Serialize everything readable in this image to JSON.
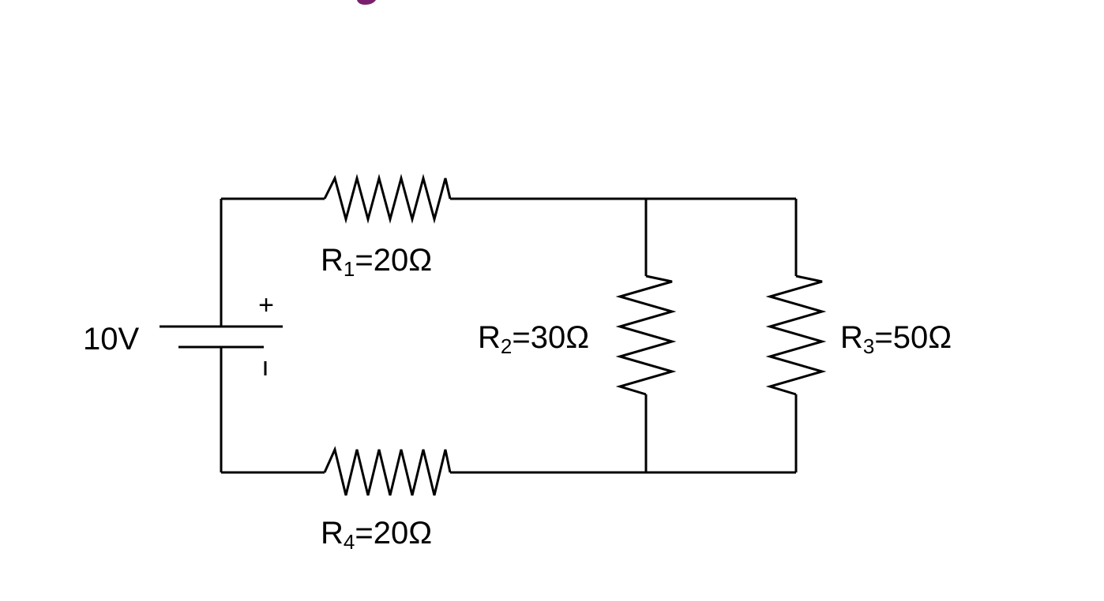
{
  "battery": {
    "voltage": "10V",
    "positive_sign": "+",
    "negative_sign": "-"
  },
  "resistors": {
    "r1": {
      "name": "R",
      "index": "1",
      "value": "=20Ω"
    },
    "r2": {
      "name": "R",
      "index": "2",
      "value": "=30Ω"
    },
    "r3": {
      "name": "R",
      "index": "3",
      "value": "=50Ω"
    },
    "r4": {
      "name": "R",
      "index": "4",
      "value": "=20Ω"
    }
  },
  "colors": {
    "wire": "#000000",
    "background": "#ffffff",
    "top_mark": "#7a1f6e"
  }
}
